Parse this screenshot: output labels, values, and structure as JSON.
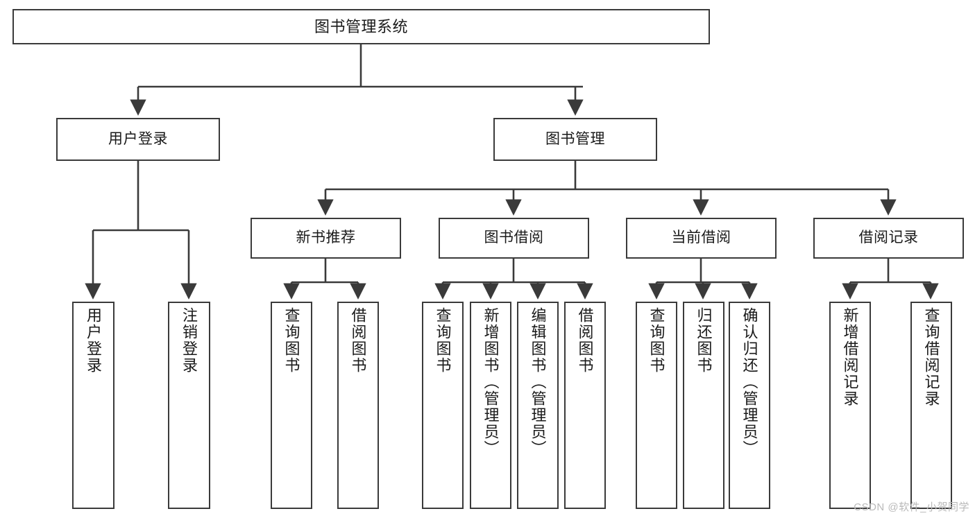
{
  "diagram": {
    "title": "图书管理系统",
    "type": "tree-hierarchy-chart",
    "stroke_color": "#3a3a3a",
    "background_color": "#ffffff",
    "text_color": "#1a1a1a"
  },
  "nodes": {
    "root": {
      "label": "图书管理系统"
    },
    "level2": [
      {
        "label": "用户登录"
      },
      {
        "label": "图书管理"
      }
    ],
    "level3": [
      {
        "label": "新书推荐"
      },
      {
        "label": "图书借阅"
      },
      {
        "label": "当前借阅"
      },
      {
        "label": "借阅记录"
      }
    ],
    "leaves": {
      "user_login": [
        {
          "label": "用户登录"
        },
        {
          "label": "注销登录"
        }
      ],
      "new_book_recommend": [
        {
          "label": "查询图书"
        },
        {
          "label": "借阅图书"
        }
      ],
      "book_borrow": [
        {
          "label": "查询图书"
        },
        {
          "label": "新增图书（管理员）"
        },
        {
          "label": "编辑图书（管理员）"
        },
        {
          "label": "借阅图书"
        }
      ],
      "current_borrow": [
        {
          "label": "查询图书"
        },
        {
          "label": "归还图书"
        },
        {
          "label": "确认归还（管理员）"
        }
      ],
      "borrow_record": [
        {
          "label": "新增借阅记录"
        },
        {
          "label": "查询借阅记录"
        }
      ]
    }
  },
  "watermark": {
    "text": "CSDN @软件_小贺同学"
  }
}
